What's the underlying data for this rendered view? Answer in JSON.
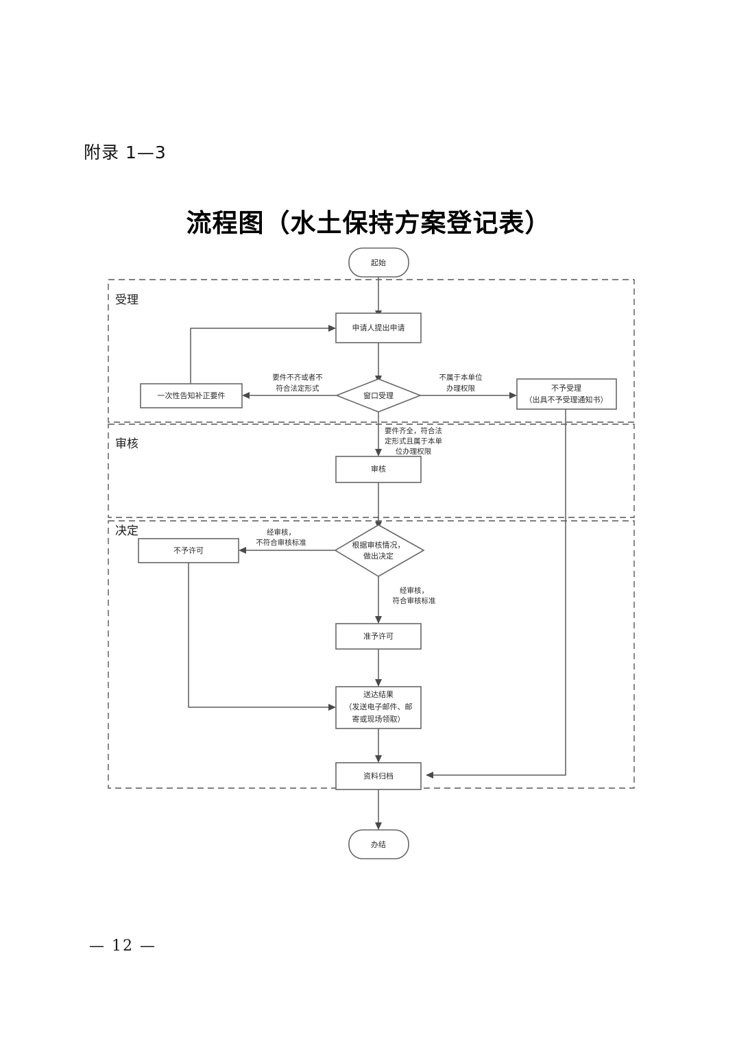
{
  "document": {
    "appendix_label": "附录 1—3",
    "title": "流程图（水土保持方案登记表）",
    "page_footer": "— 12 —"
  },
  "chart_data": {
    "type": "diagram",
    "title": "流程图（水土保持方案登记表）",
    "lanes": [
      {
        "id": "lane-accept",
        "label": "受理"
      },
      {
        "id": "lane-review",
        "label": "审核"
      },
      {
        "id": "lane-decide",
        "label": "决定"
      }
    ],
    "nodes": [
      {
        "id": "start",
        "shape": "terminator",
        "lane": null,
        "label": "起始"
      },
      {
        "id": "apply",
        "shape": "process",
        "lane": "lane-accept",
        "label": "申请人提出申请"
      },
      {
        "id": "window-accept",
        "shape": "decision",
        "lane": "lane-accept",
        "label": "窗口受理"
      },
      {
        "id": "notify-correct",
        "shape": "process",
        "lane": "lane-accept",
        "label": "一次性告知补正要件"
      },
      {
        "id": "not-accepted",
        "shape": "process",
        "lane": "lane-accept",
        "label_line1": "不予受理",
        "label_line2": "（出具不予受理通知书）"
      },
      {
        "id": "review",
        "shape": "process",
        "lane": "lane-review",
        "label": "审核"
      },
      {
        "id": "decide",
        "shape": "decision",
        "lane": "lane-decide",
        "label_line1": "根据审核情况，",
        "label_line2": "做出决定"
      },
      {
        "id": "deny-permit",
        "shape": "process",
        "lane": "lane-decide",
        "label": "不予许可"
      },
      {
        "id": "grant-permit",
        "shape": "process",
        "lane": "lane-decide",
        "label": "准予许可"
      },
      {
        "id": "deliver",
        "shape": "process",
        "lane": "lane-decide",
        "label_line1": "送达结果",
        "label_line2": "（发送电子邮件、邮",
        "label_line3": "寄或现场领取）"
      },
      {
        "id": "archive",
        "shape": "process",
        "lane": "lane-decide",
        "label": "资料归档"
      },
      {
        "id": "end",
        "shape": "terminator",
        "lane": null,
        "label": "办结"
      }
    ],
    "edge_labels": [
      {
        "id": "edge-incomplete",
        "from": "window-accept",
        "to": "notify-correct",
        "line1": "要件不齐或者不",
        "line2": "符合法定形式"
      },
      {
        "id": "edge-out-of-scope",
        "from": "window-accept",
        "to": "not-accepted",
        "line1": "不属于本单位",
        "line2": "办理权限"
      },
      {
        "id": "edge-complete",
        "from": "window-accept",
        "to": "review",
        "line1": "要件齐全，符合法",
        "line2": "定形式且属于本单",
        "line3": "位办理权限"
      },
      {
        "id": "edge-fail-standard",
        "from": "decide",
        "to": "deny-permit",
        "line1": "经审核，",
        "line2": "不符合审核标准"
      },
      {
        "id": "edge-meet-standard",
        "from": "decide",
        "to": "grant-permit",
        "line1": "经审核，",
        "line2": "符合审核标准"
      }
    ],
    "edges": [
      {
        "from": "start",
        "to": "apply"
      },
      {
        "from": "apply",
        "to": "window-accept"
      },
      {
        "from": "window-accept",
        "to": "notify-correct"
      },
      {
        "from": "notify-correct",
        "to": "apply"
      },
      {
        "from": "window-accept",
        "to": "not-accepted"
      },
      {
        "from": "window-accept",
        "to": "review"
      },
      {
        "from": "review",
        "to": "decide"
      },
      {
        "from": "decide",
        "to": "deny-permit"
      },
      {
        "from": "decide",
        "to": "grant-permit"
      },
      {
        "from": "grant-permit",
        "to": "deliver"
      },
      {
        "from": "deny-permit",
        "to": "deliver"
      },
      {
        "from": "deliver",
        "to": "archive"
      },
      {
        "from": "not-accepted",
        "to": "archive"
      },
      {
        "from": "archive",
        "to": "end"
      }
    ],
    "colors": {
      "node_stroke": "#666666",
      "node_fill": "#ffffff",
      "connector": "#5a5a5a",
      "lane_stroke": "#555555",
      "text": "#2b2b2b"
    }
  }
}
